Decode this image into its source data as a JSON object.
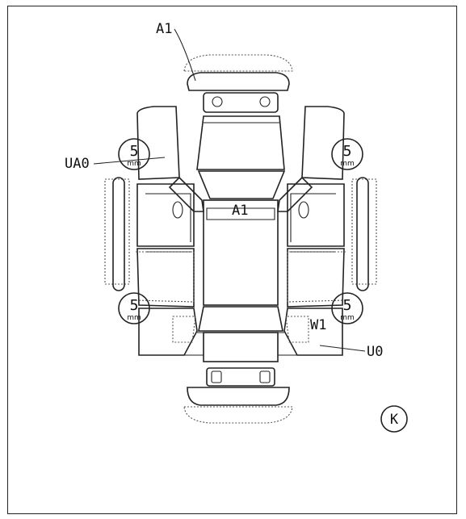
{
  "damage_marks": {
    "front_bumper": "A1",
    "roof": "A1",
    "left_front_door": "UA0",
    "right_rear_door": "W1",
    "right_rear_quarter": "U0"
  },
  "tires": {
    "front_left": {
      "depth": "5",
      "unit": "mm"
    },
    "front_right": {
      "depth": "5",
      "unit": "mm"
    },
    "rear_left": {
      "depth": "5",
      "unit": "mm"
    },
    "rear_right": {
      "depth": "5",
      "unit": "mm"
    }
  },
  "grade_badge": "K"
}
